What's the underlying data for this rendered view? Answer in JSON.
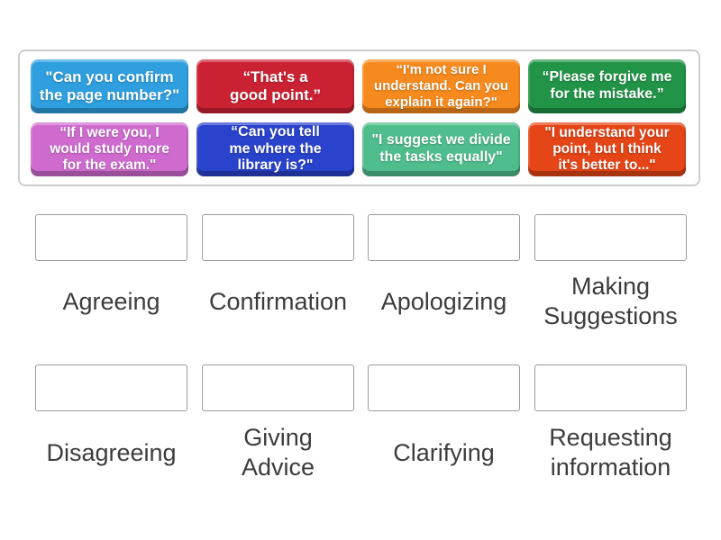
{
  "activity": {
    "type_hint": "match-up drag and drop exercise",
    "background_color": "#ffffff",
    "bank_border_color": "#cccccc",
    "dropbox_border_color": "#9b9b9b",
    "label_text_color": "#3c3c3c"
  },
  "bank": {
    "cards": [
      {
        "text": "\"Can you confirm\nthe page number?\"",
        "color": "#2f9fe0"
      },
      {
        "text": "“That's a\ngood point.”",
        "color": "#cb2233"
      },
      {
        "text": "“I'm not sure I\nunderstand. Can you\nexplain it again?\"",
        "color": "#f68a1e"
      },
      {
        "text": "“Please forgive me\nfor the mistake.”",
        "color": "#219447"
      },
      {
        "text": "“If I were you, I\nwould study more\nfor the exam.\"",
        "color": "#cf6bcf"
      },
      {
        "text": "“Can you tell\nme where the\nlibrary is?\"",
        "color": "#2a43cc"
      },
      {
        "text": "\"I suggest we divide\nthe tasks equally\"",
        "color": "#4fbe8c"
      },
      {
        "text": "\"I understand your\npoint, but I think\nit's better to...\"",
        "color": "#e54517"
      }
    ]
  },
  "categories": [
    {
      "label": "Agreeing"
    },
    {
      "label": "Confirmation"
    },
    {
      "label": "Apologizing"
    },
    {
      "label": "Making\nSuggestions"
    },
    {
      "label": "Disagreeing"
    },
    {
      "label": "Giving\nAdvice"
    },
    {
      "label": "Clarifying"
    },
    {
      "label": "Requesting\ninformation"
    }
  ]
}
